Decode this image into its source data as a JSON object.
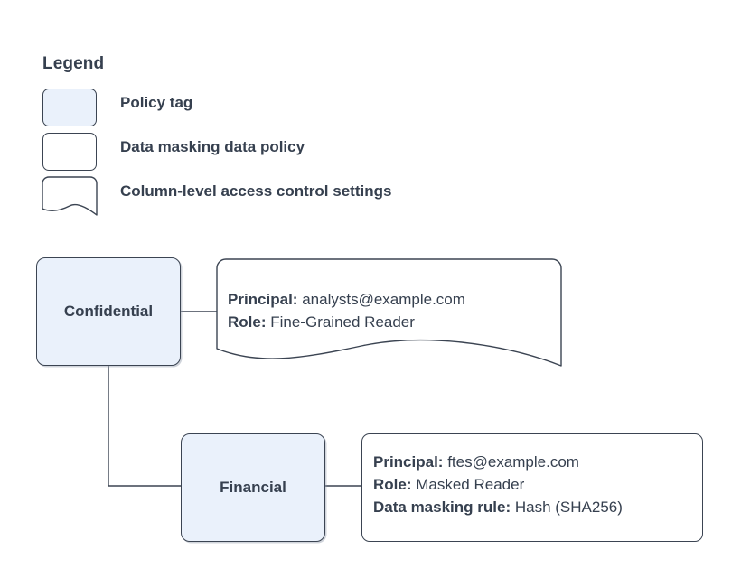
{
  "colors": {
    "node_fill": "#eaf1fb",
    "stroke": "#3b4452",
    "text": "#36404f",
    "box_fill": "#ffffff",
    "background": "#ffffff"
  },
  "legend": {
    "title": "Legend",
    "items": [
      {
        "shape": "rounded-rect-filled",
        "label": "Policy tag"
      },
      {
        "shape": "rounded-rect",
        "label": "Data masking data policy"
      },
      {
        "shape": "wavy-bottom-rect",
        "label": "Column-level access control settings"
      }
    ]
  },
  "diagram": {
    "nodes": [
      {
        "id": "confidential",
        "label": "Confidential"
      },
      {
        "id": "financial",
        "label": "Financial"
      }
    ],
    "callouts": [
      {
        "id": "confidential-settings",
        "shape": "wavy-bottom-rect",
        "lines": [
          {
            "key": "Principal:",
            "value": "analysts@example.com"
          },
          {
            "key": "Role:",
            "value": "Fine-Grained Reader"
          }
        ]
      },
      {
        "id": "financial-policy",
        "shape": "rounded-rect",
        "lines": [
          {
            "key": "Principal:",
            "value": "ftes@example.com"
          },
          {
            "key": "Role:",
            "value": "Masked Reader"
          },
          {
            "key": "Data masking rule:",
            "value": "Hash (SHA256)"
          }
        ]
      }
    ],
    "edges": [
      {
        "from": "confidential",
        "to": "confidential-settings"
      },
      {
        "from": "confidential",
        "to": "financial"
      },
      {
        "from": "financial",
        "to": "financial-policy"
      }
    ]
  }
}
